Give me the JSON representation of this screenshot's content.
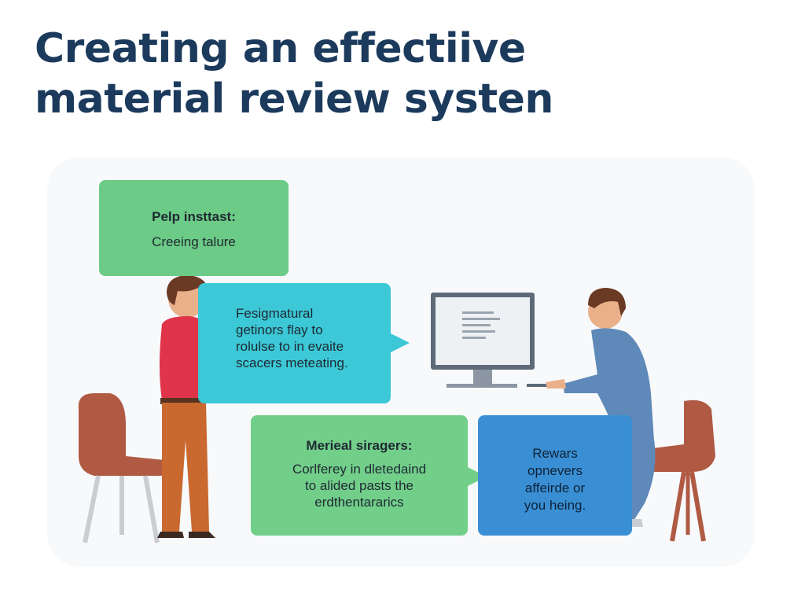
{
  "title": {
    "line1": "Creating an effectiive",
    "line2": "material review systen"
  },
  "bubbles": {
    "top_left": {
      "heading": "Pelp insttast:",
      "text": "Creeing talure"
    },
    "middle": {
      "line1": "Fesigmatural",
      "line2": "getinors  flay to",
      "line3": "rolulse to in evaite",
      "line4": "scacers meteating."
    },
    "bottom_left": {
      "heading": "Merieal siragers:",
      "line1": "Corlferey in dletedaind",
      "line2": "to alided pasts the",
      "line3": "erdthentararics"
    },
    "bottom_right": {
      "line1": "Rewars",
      "line2": "opnevers",
      "line3": "affeirde or",
      "line4": "you heing."
    }
  },
  "colors": {
    "title": "#1b3a5c",
    "green": "#6ccb86",
    "teal": "#3cc8d6",
    "blue": "#3a8fd4",
    "chair": "#b05a44",
    "shirt_red": "#e0344a",
    "shirt_blue": "#5f89b8"
  },
  "icons": [
    "person-standing-illustration",
    "person-at-computer-illustration",
    "monitor-icon",
    "chair-icon"
  ]
}
